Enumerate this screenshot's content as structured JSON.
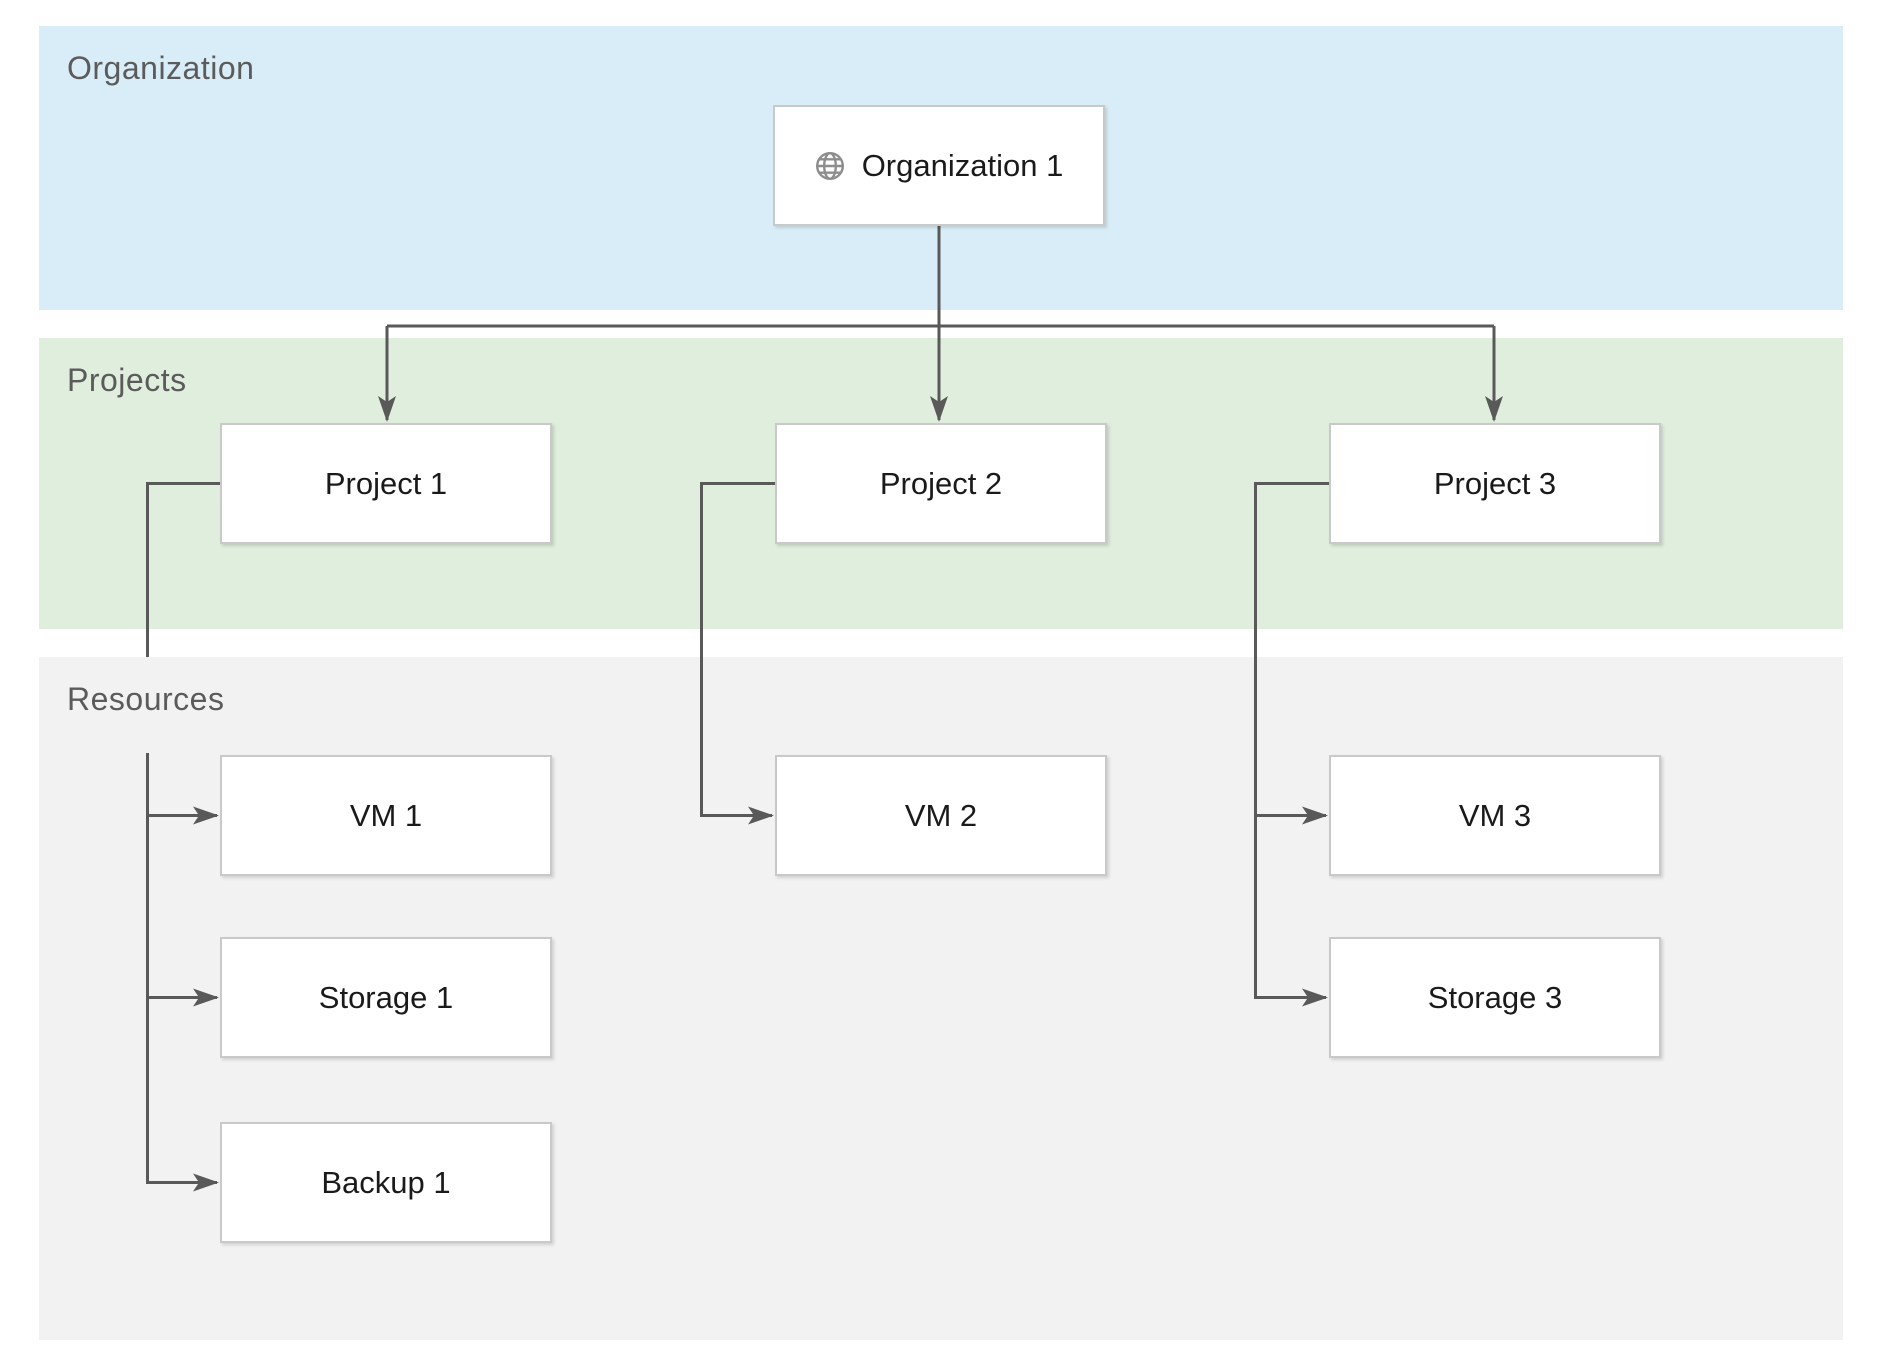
{
  "diagram": {
    "type": "swimlane-hierarchy",
    "description": "Organization to Projects to Resources hierarchy diagram"
  },
  "bands": {
    "organization": {
      "label": "Organization"
    },
    "projects": {
      "label": "Projects"
    },
    "resources": {
      "label": "Resources"
    }
  },
  "nodes": {
    "organization1": {
      "label": "Organization 1",
      "icon": "globe-icon"
    },
    "project1": {
      "label": "Project 1"
    },
    "project2": {
      "label": "Project 2"
    },
    "project3": {
      "label": "Project 3"
    },
    "vm1": {
      "label": "VM 1"
    },
    "vm2": {
      "label": "VM 2"
    },
    "vm3": {
      "label": "VM 3"
    },
    "storage1": {
      "label": "Storage 1"
    },
    "storage3": {
      "label": "Storage 3"
    },
    "backup1": {
      "label": "Backup 1"
    }
  },
  "edges": [
    {
      "from": "Organization 1",
      "to": "Project 1",
      "arrow": "end"
    },
    {
      "from": "Organization 1",
      "to": "Project 2",
      "arrow": "end"
    },
    {
      "from": "Organization 1",
      "to": "Project 3",
      "arrow": "end"
    },
    {
      "from": "Project 1",
      "to": "VM 1",
      "arrow": "end"
    },
    {
      "from": "Project 1",
      "to": "Storage 1",
      "arrow": "end"
    },
    {
      "from": "Project 1",
      "to": "Backup 1",
      "arrow": "end"
    },
    {
      "from": "Project 2",
      "to": "VM 2",
      "arrow": "end"
    },
    {
      "from": "Project 3",
      "to": "VM 3",
      "arrow": "end"
    },
    {
      "from": "Project 3",
      "to": "Storage 3",
      "arrow": "end"
    }
  ],
  "colors": {
    "organization_band": "#d9edf8",
    "projects_band": "#dfeedd",
    "resources_band": "#f2f2f2",
    "connector": "#595959",
    "box_background": "#ffffff",
    "box_border": "#c9c9c9",
    "box_text": "#1a1a1a",
    "band_label_text": "#5b5b5b",
    "globe_icon": "#8d8d8d",
    "page_background": "#ffffff"
  }
}
